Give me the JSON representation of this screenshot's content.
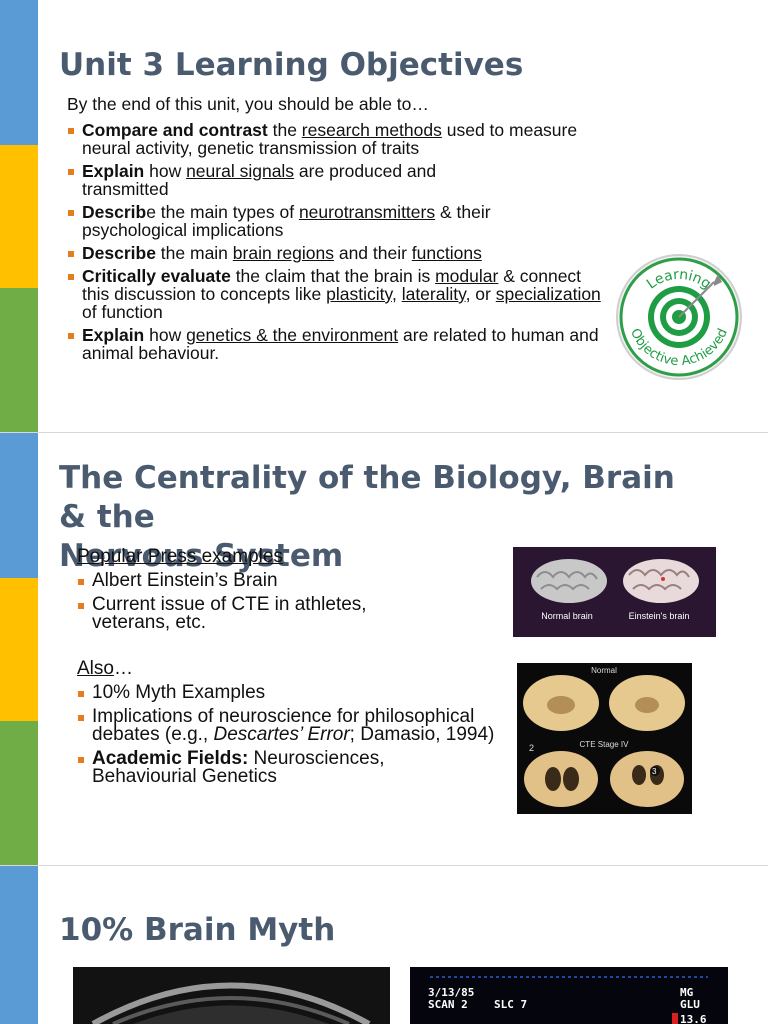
{
  "colors": {
    "title": "#4a5a6f",
    "bullet": "#e57c1f",
    "stripe_blue": "#5b9bd5",
    "stripe_yellow": "#ffc000",
    "stripe_green": "#70ad47"
  },
  "slide1": {
    "title": "Unit 3 Learning Objectives",
    "intro": "By the end of this unit, you should be able to…",
    "objectives": [
      {
        "bold": "Compare and contrast",
        "t1": " the ",
        "u1": "research methods",
        "t2": " used to measure neural activity, genetic transmission of traits"
      },
      {
        "bold": "Explain",
        "t1": " how ",
        "u1": "neural signals",
        "t2": " are produced and transmitted"
      },
      {
        "bold": "Describ",
        "t1": "e the main types of ",
        "u1": "neurotransmitters",
        "t2": " & their psychological implications"
      },
      {
        "bold": "Describe",
        "t1": " the main ",
        "u1": "brain regions",
        "t2": " and their ",
        "u2": "functions"
      },
      {
        "bold": "Critically evaluate",
        "t1": " the claim that the brain is ",
        "u1": "modular",
        "t2": " & connect this discussion to concepts like ",
        "u2": "plasticity",
        "t3": ", ",
        "u3": "laterality",
        "t4": ", or ",
        "u4": "specialization",
        "t5": " of function"
      },
      {
        "bold": "Explain",
        "t1": " how ",
        "u1": "genetics & the environment",
        "t2": " are related to human and animal behaviour."
      }
    ],
    "badge": {
      "top_text": "Learning",
      "bottom_text": "Objective Achieved"
    }
  },
  "slide2": {
    "title_line1": "The Centrality of the Biology, Brain & the",
    "title_line2": "Nervous System",
    "popular_heading": "Popular Press examples",
    "popular_items": [
      "Albert Einstein’s Brain",
      "Current issue of CTE in athletes, veterans, etc."
    ],
    "also_heading": "Also",
    "also_suffix": "…",
    "also_items": {
      "myth": "10% Myth Examples",
      "impl_a": "Implications of neuroscience for philosophical debates (e.g., ",
      "impl_italic": "Descartes’ Error",
      "impl_b": "; Damasio, 1994)",
      "fields_bold": "Academic Fields:",
      "fields_rest": " Neurosciences, Behaviourial Genetics"
    },
    "brain_img": {
      "label_left": "Normal brain",
      "label_right": "Einstein's brain"
    },
    "cte_img": {
      "label_top": "Normal",
      "label_mid": "CTE Stage IV",
      "num_2": "2",
      "num_3": "3"
    }
  },
  "slide3": {
    "title": "10% Brain Myth",
    "scan_text": {
      "date": "3/13/85",
      "scan": "SCAN 2",
      "slc": "SLC 7",
      "mg": "MG",
      "glu": "GLU",
      "val": "13.6"
    }
  }
}
